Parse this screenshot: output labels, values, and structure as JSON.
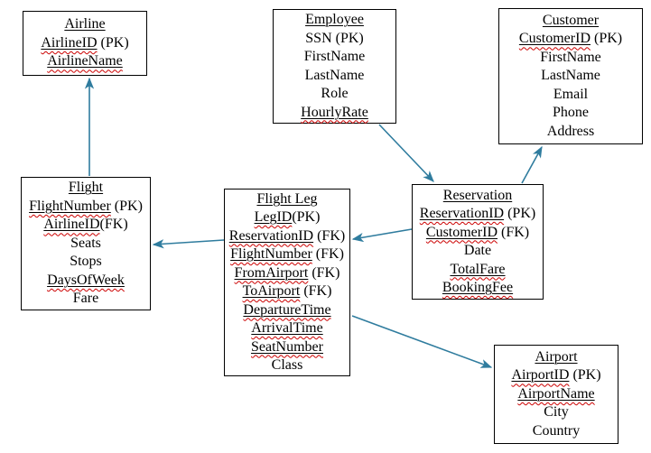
{
  "diagram": {
    "arrow_color": "#2F7C9E",
    "squiggle_color": "#cc0000",
    "entities": [
      {
        "id": "airline",
        "title": "Airline",
        "attributes": [
          {
            "name": "AirlineID",
            "suffix": " (PK)",
            "underlined": true
          },
          {
            "name": "AirlineName",
            "suffix": "",
            "underlined": true
          }
        ]
      },
      {
        "id": "employee",
        "title": "Employee",
        "attributes": [
          {
            "name": "SSN (PK)",
            "suffix": "",
            "underlined": false
          },
          {
            "name": "FirstName",
            "suffix": "",
            "underlined": false
          },
          {
            "name": "LastName",
            "suffix": "",
            "underlined": false
          },
          {
            "name": "Role",
            "suffix": "",
            "underlined": false
          },
          {
            "name": "HourlyRate",
            "suffix": "",
            "underlined": true
          }
        ]
      },
      {
        "id": "customer",
        "title": "Customer",
        "attributes": [
          {
            "name": "CustomerID",
            "suffix": " (PK)",
            "underlined": true
          },
          {
            "name": "FirstName",
            "suffix": "",
            "underlined": false
          },
          {
            "name": "LastName",
            "suffix": "",
            "underlined": false
          },
          {
            "name": "Email",
            "suffix": "",
            "underlined": false
          },
          {
            "name": "Phone",
            "suffix": "",
            "underlined": false
          },
          {
            "name": "Address",
            "suffix": "",
            "underlined": false
          }
        ]
      },
      {
        "id": "flight",
        "title": "Flight",
        "attributes": [
          {
            "name": "FlightNumber",
            "suffix": " (PK)",
            "underlined": true
          },
          {
            "name": "AirlineID",
            "suffix": "(FK)",
            "underlined": true
          },
          {
            "name": "Seats",
            "suffix": "",
            "underlined": false
          },
          {
            "name": "Stops",
            "suffix": "",
            "underlined": false
          },
          {
            "name": "DaysOfWeek",
            "suffix": "",
            "underlined": true
          },
          {
            "name": "Fare",
            "suffix": "",
            "underlined": false
          }
        ]
      },
      {
        "id": "flightleg",
        "title": "Flight Leg",
        "attributes": [
          {
            "name": "LegID",
            "suffix": "(PK)",
            "underlined": true
          },
          {
            "name": "ReservationID",
            "suffix": " (FK)",
            "underlined": true
          },
          {
            "name": "FlightNumber",
            "suffix": " (FK)",
            "underlined": true
          },
          {
            "name": "FromAirport",
            "suffix": " (FK)",
            "underlined": true
          },
          {
            "name": "ToAirport",
            "suffix": " (FK)",
            "underlined": true
          },
          {
            "name": "DepartureTime",
            "suffix": "",
            "underlined": true
          },
          {
            "name": "ArrivalTime",
            "suffix": "",
            "underlined": true
          },
          {
            "name": "SeatNumber",
            "suffix": "",
            "underlined": true
          },
          {
            "name": "Class",
            "suffix": "",
            "underlined": false
          }
        ]
      },
      {
        "id": "reservation",
        "title": "Reservation",
        "attributes": [
          {
            "name": "ReservationID",
            "suffix": " (PK)",
            "underlined": true
          },
          {
            "name": "CustomerID",
            "suffix": " (FK)",
            "underlined": true
          },
          {
            "name": "Date",
            "suffix": "",
            "underlined": false
          },
          {
            "name": "TotalFare",
            "suffix": "",
            "underlined": true
          },
          {
            "name": "BookingFee",
            "suffix": "",
            "underlined": true
          }
        ]
      },
      {
        "id": "airport",
        "title": "Airport",
        "attributes": [
          {
            "name": "AirportID",
            "suffix": " (PK)",
            "underlined": true
          },
          {
            "name": "AirportName",
            "suffix": "",
            "underlined": true
          },
          {
            "name": "City",
            "suffix": "",
            "underlined": false
          },
          {
            "name": "Country",
            "suffix": "",
            "underlined": false
          }
        ]
      }
    ],
    "connectors": [
      {
        "from": "flight",
        "to": "airline"
      },
      {
        "from": "employee",
        "to": "reservation"
      },
      {
        "from": "reservation",
        "to": "customer"
      },
      {
        "from": "flightleg",
        "to": "flight"
      },
      {
        "from": "reservation",
        "to": "flightleg"
      },
      {
        "from": "flightleg",
        "to": "airport"
      }
    ]
  }
}
